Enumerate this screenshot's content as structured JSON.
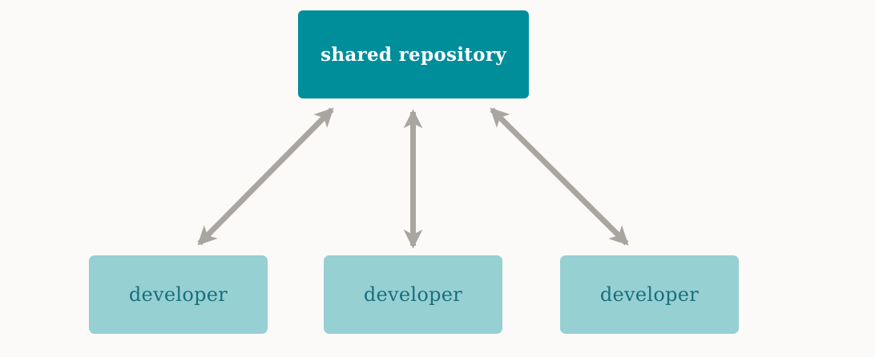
{
  "diagram": {
    "background": "#fbfaf8",
    "nodes": {
      "repository": {
        "label": "shared repository",
        "fill": "#008e9b",
        "text_color": "#ffffff"
      },
      "developers": [
        {
          "label": "developer"
        },
        {
          "label": "developer"
        },
        {
          "label": "developer"
        }
      ],
      "developer_fill": "#96d0d3",
      "developer_text_color": "#1a6f7b"
    },
    "arrows": {
      "color": "#a9a5a1",
      "type": "bidirectional",
      "connections": [
        {
          "from": "shared repository",
          "to": "developer-left"
        },
        {
          "from": "shared repository",
          "to": "developer-middle"
        },
        {
          "from": "shared repository",
          "to": "developer-right"
        }
      ]
    }
  }
}
